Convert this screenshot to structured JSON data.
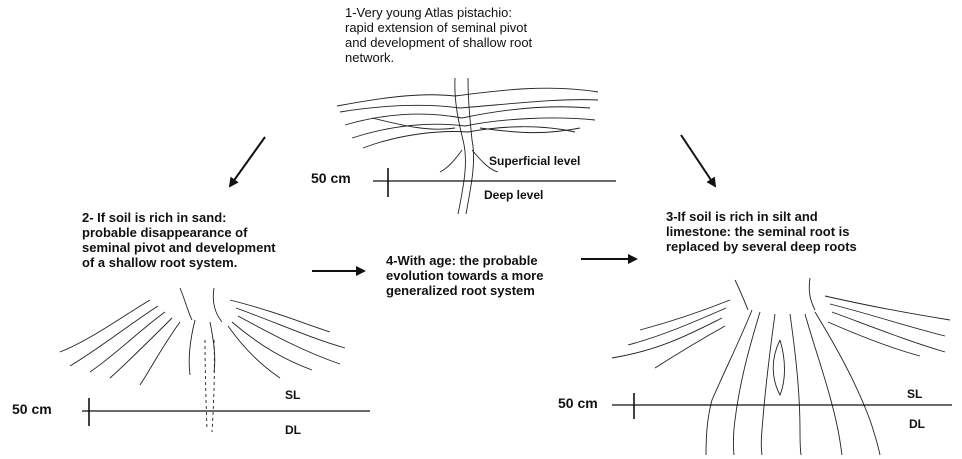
{
  "stages": {
    "one": {
      "lines": [
        "1-Very young Atlas pistachio:",
        "rapid extension of seminal pivot",
        "and development of shallow root",
        "network."
      ],
      "scale": "50 cm",
      "upper_level": "Superficial level",
      "lower_level": "Deep level"
    },
    "two": {
      "lines": [
        "2- If soil is rich in sand:",
        "probable disappearance of",
        "seminal  pivot and development",
        "of a shallow root system."
      ],
      "scale": "50 cm",
      "upper_level": "SL",
      "lower_level": "DL"
    },
    "three": {
      "lines": [
        "3-If soil is rich in silt and",
        "limestone: the seminal root is",
        "replaced by several deep roots"
      ],
      "scale": "50 cm",
      "upper_level": "SL",
      "lower_level": "DL"
    },
    "four": {
      "lines": [
        "4-With age: the probable",
        "evolution towards a more",
        "generalized root system"
      ]
    }
  },
  "colors": {
    "ink": "#111111",
    "background": "#ffffff"
  }
}
